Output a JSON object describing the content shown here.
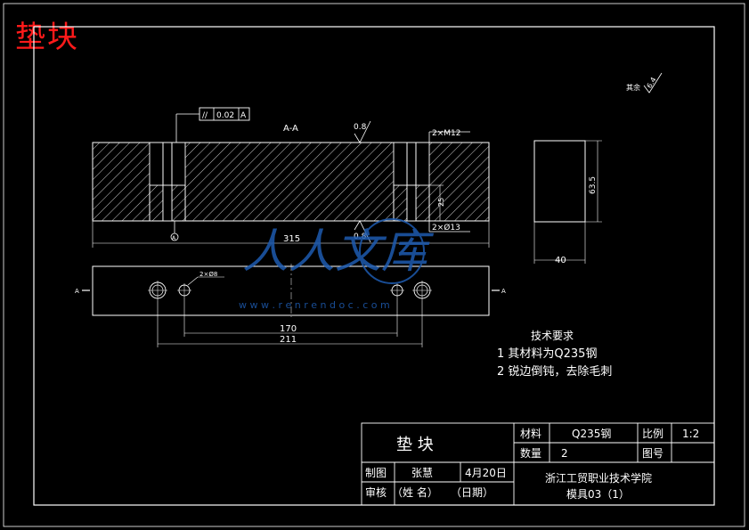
{
  "title": "垫块",
  "dimensions": {
    "length": "315",
    "height": "63.5",
    "width": "40",
    "hole_spacing_inner": "170",
    "hole_spacing_outer": "211",
    "depth": "25"
  },
  "labels": {
    "section": "A-A",
    "section_mark_left": "A",
    "section_mark_right": "A",
    "roughness_top": "0.8",
    "roughness_bottom": "0.8",
    "roughness_rest": "6.4",
    "roughness_rest_prefix": "其余",
    "tolerance_symbol": "//",
    "tolerance_value": "0.02",
    "tolerance_datum": "A",
    "datum_label": "A",
    "thread_callout": "2×M12",
    "bore_callout": "2×Ø13",
    "small_hole_callout": "2×Ø8"
  },
  "notes": {
    "heading": "技术要求",
    "items": [
      "1 其材料为Q235钢",
      "2 锐边倒钝，去除毛刺"
    ]
  },
  "title_block": {
    "part_name": "垫 块",
    "material_label": "材料",
    "material_value": "Q235钢",
    "scale_label": "比例",
    "scale_value": "1:2",
    "quantity_label": "数量",
    "quantity_value": "2",
    "drawing_no_label": "图号",
    "drawn_label": "制图",
    "drawn_name": "张慧",
    "drawn_date": "4月20日",
    "checked_label": "审核",
    "name_placeholder": "（姓  名）",
    "date_placeholder": "（日期）",
    "school": "浙江工贸职业技术学院",
    "project": "模具03（1）"
  },
  "watermark": {
    "text": "人人文库",
    "url": "w w w . r e n r e n d o c . c o m"
  },
  "colors": {
    "background": "#000000",
    "line": "#ffffff",
    "title": "#ff1a1a",
    "watermark": "#1e5bb0"
  }
}
